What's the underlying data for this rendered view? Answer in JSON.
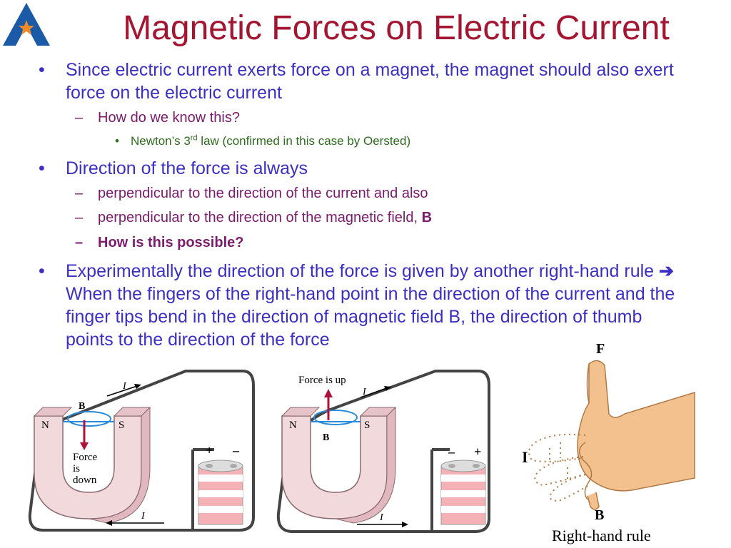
{
  "slide": {
    "title": "Magnetic Forces on Electric Current",
    "bullet1": "Since electric current exerts force on a magnet, the magnet should also exert force on the electric current",
    "bullet1_sub1": "How do we know this?",
    "bullet1_sub1_sub_a": "Newton’s 3",
    "bullet1_sub1_sub_sup": "rd",
    "bullet1_sub1_sub_b": " law (confirmed in this case by Oersted)",
    "bullet2": "Direction of the force is always",
    "bullet2_sub1": "perpendicular to the direction of the current and also",
    "bullet2_sub2_text": "perpendicular to the direction of the magnetic field, ",
    "bullet2_sub2_bold": "B",
    "bullet2_sub3": "How is this possible?",
    "bullet3_a": "Experimentally the direction of the force is given by another right-hand rule ",
    "bullet3_arrow": "➔",
    "bullet3_b": " When the fingers of the right-hand point in the direction of the current and the finger tips bend in the direction of magnetic field B, the direction of thumb points to the direction of the force",
    "bullet_mark": "•",
    "dash_mark": "–"
  },
  "figures": {
    "left": {
      "field_label": "B",
      "current_label_top": "I",
      "current_label_bottom": "I",
      "pole_n": "N",
      "pole_s": "S",
      "force_label_1": "Force",
      "force_label_2": "is",
      "force_label_3": "down",
      "plus": "+",
      "minus": "–"
    },
    "middle": {
      "force_label": "Force is up",
      "current_label_top": "I",
      "current_label_bottom": "I",
      "pole_n": "N",
      "pole_s": "S",
      "field_label": "B",
      "minus": "–",
      "plus": "+"
    },
    "right": {
      "force_label": "F",
      "current_label": "I",
      "field_label": "B",
      "caption": "Right-hand rule"
    }
  },
  "colors": {
    "title": "#a31530",
    "level1": "#3b2fc4",
    "level2": "#7a1b6b",
    "level3": "#2e6b1f",
    "magnet": "#f2d9dc",
    "force_arrow": "#b0103a",
    "field_lines": "#2a8bd8"
  }
}
